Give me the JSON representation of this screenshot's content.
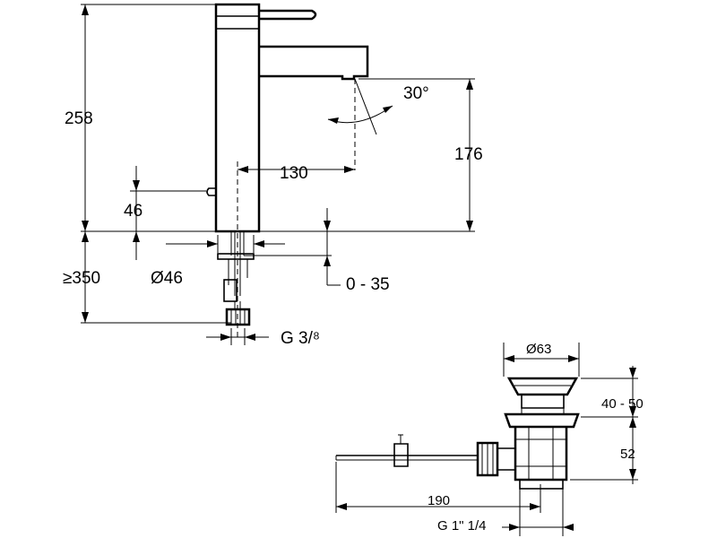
{
  "faucet": {
    "labels": {
      "height_total": "258",
      "spout_reach": "130",
      "spout_height": "176",
      "rotation_angle": "30°",
      "lever_offset": "46",
      "clearance": "≥350",
      "base_diameter": "Ø46",
      "deck_thickness": "0 - 35",
      "thread": "G 3/⁸"
    }
  },
  "waste": {
    "labels": {
      "head_diameter": "Ø63",
      "head_height": "40 - 50",
      "body_height": "52",
      "rod_length": "190",
      "thread": "G 1\" 1/4"
    }
  }
}
